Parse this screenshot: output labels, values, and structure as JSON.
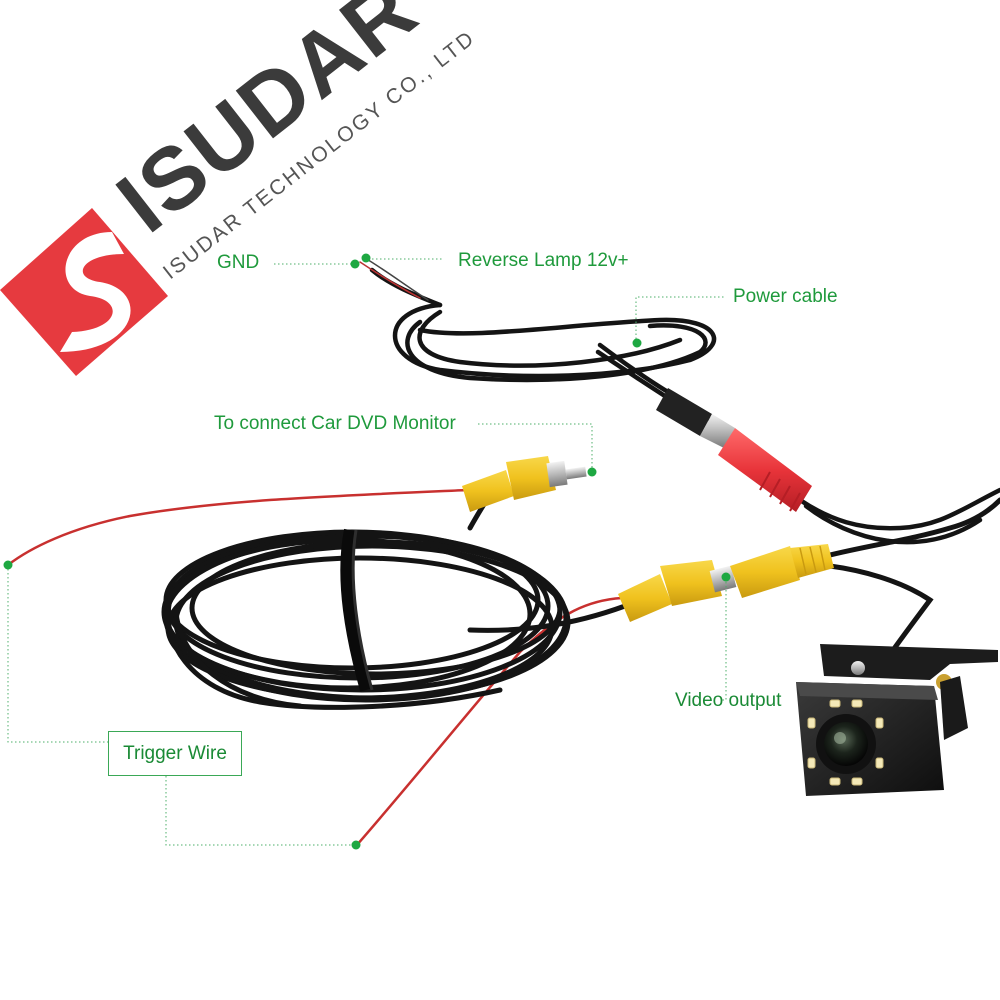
{
  "brand": {
    "name": "ISUDAR",
    "company": "ISUDAR TECHNOLOGY CO., LTD",
    "logo_letter": "S",
    "logo_color": "#e63a3f"
  },
  "callouts": {
    "gnd": "GND",
    "reverse_lamp": "Reverse Lamp 12v+",
    "power_cable": "Power cable",
    "dvd_monitor": "To connect Car DVD Monitor",
    "video_output": "Video output",
    "trigger_wire": "Trigger Wire"
  },
  "colors": {
    "label_green": "#1f9a3c",
    "cable_black": "#141414",
    "rca_yellow": "#f0c21e",
    "plug_red": "#e8343a",
    "wire_red": "#c8302f",
    "camera_led": "#f4e9b8"
  }
}
